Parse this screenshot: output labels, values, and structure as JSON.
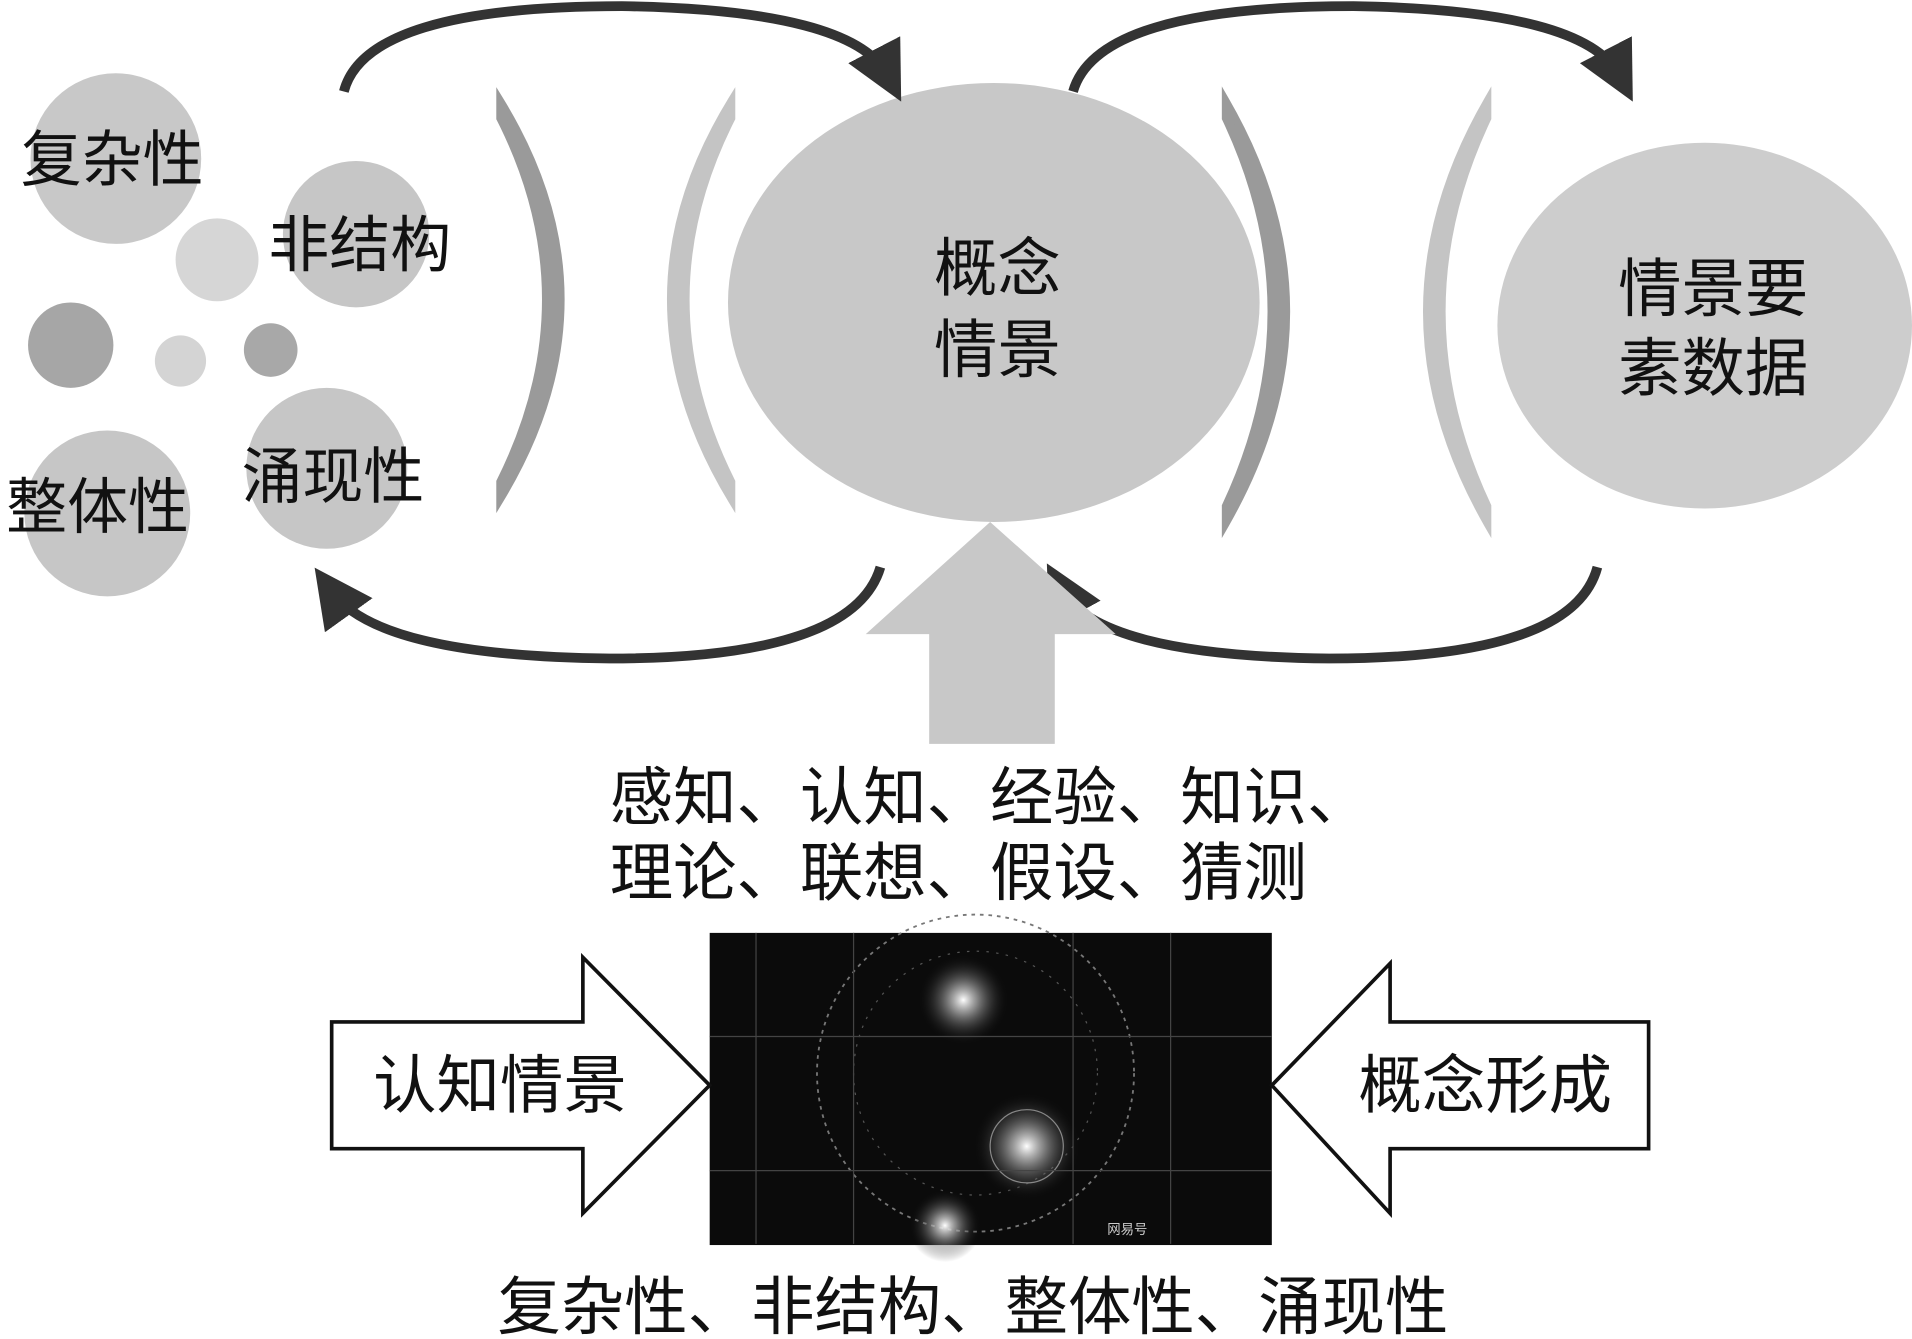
{
  "left_cluster": {
    "complexity": "复杂性",
    "unstructured": "非结构",
    "emergence": "涌现性",
    "holism": "整体性"
  },
  "concept_scene": {
    "line1": "概念",
    "line2": "情景"
  },
  "scene_elements": {
    "line1": "情景要",
    "line2": "素数据"
  },
  "inputs": {
    "line1": "感知、认知、经验、知识、",
    "line2": "理论、联想、假设、猜测"
  },
  "left_arrow_label": "认知情景",
  "right_arrow_label": "概念形成",
  "bottom_caption": "复杂性、非结构、整体性、涌现性",
  "photo_watermark": "网易号",
  "colors": {
    "circle_light": "#cfcfcf",
    "circle_mid": "#bdbdbd",
    "circle_dark": "#a8a8a8",
    "bracket_dark": "#9a9a9a",
    "bracket_light": "#c4c4c4",
    "arrow_dark": "#333333"
  }
}
